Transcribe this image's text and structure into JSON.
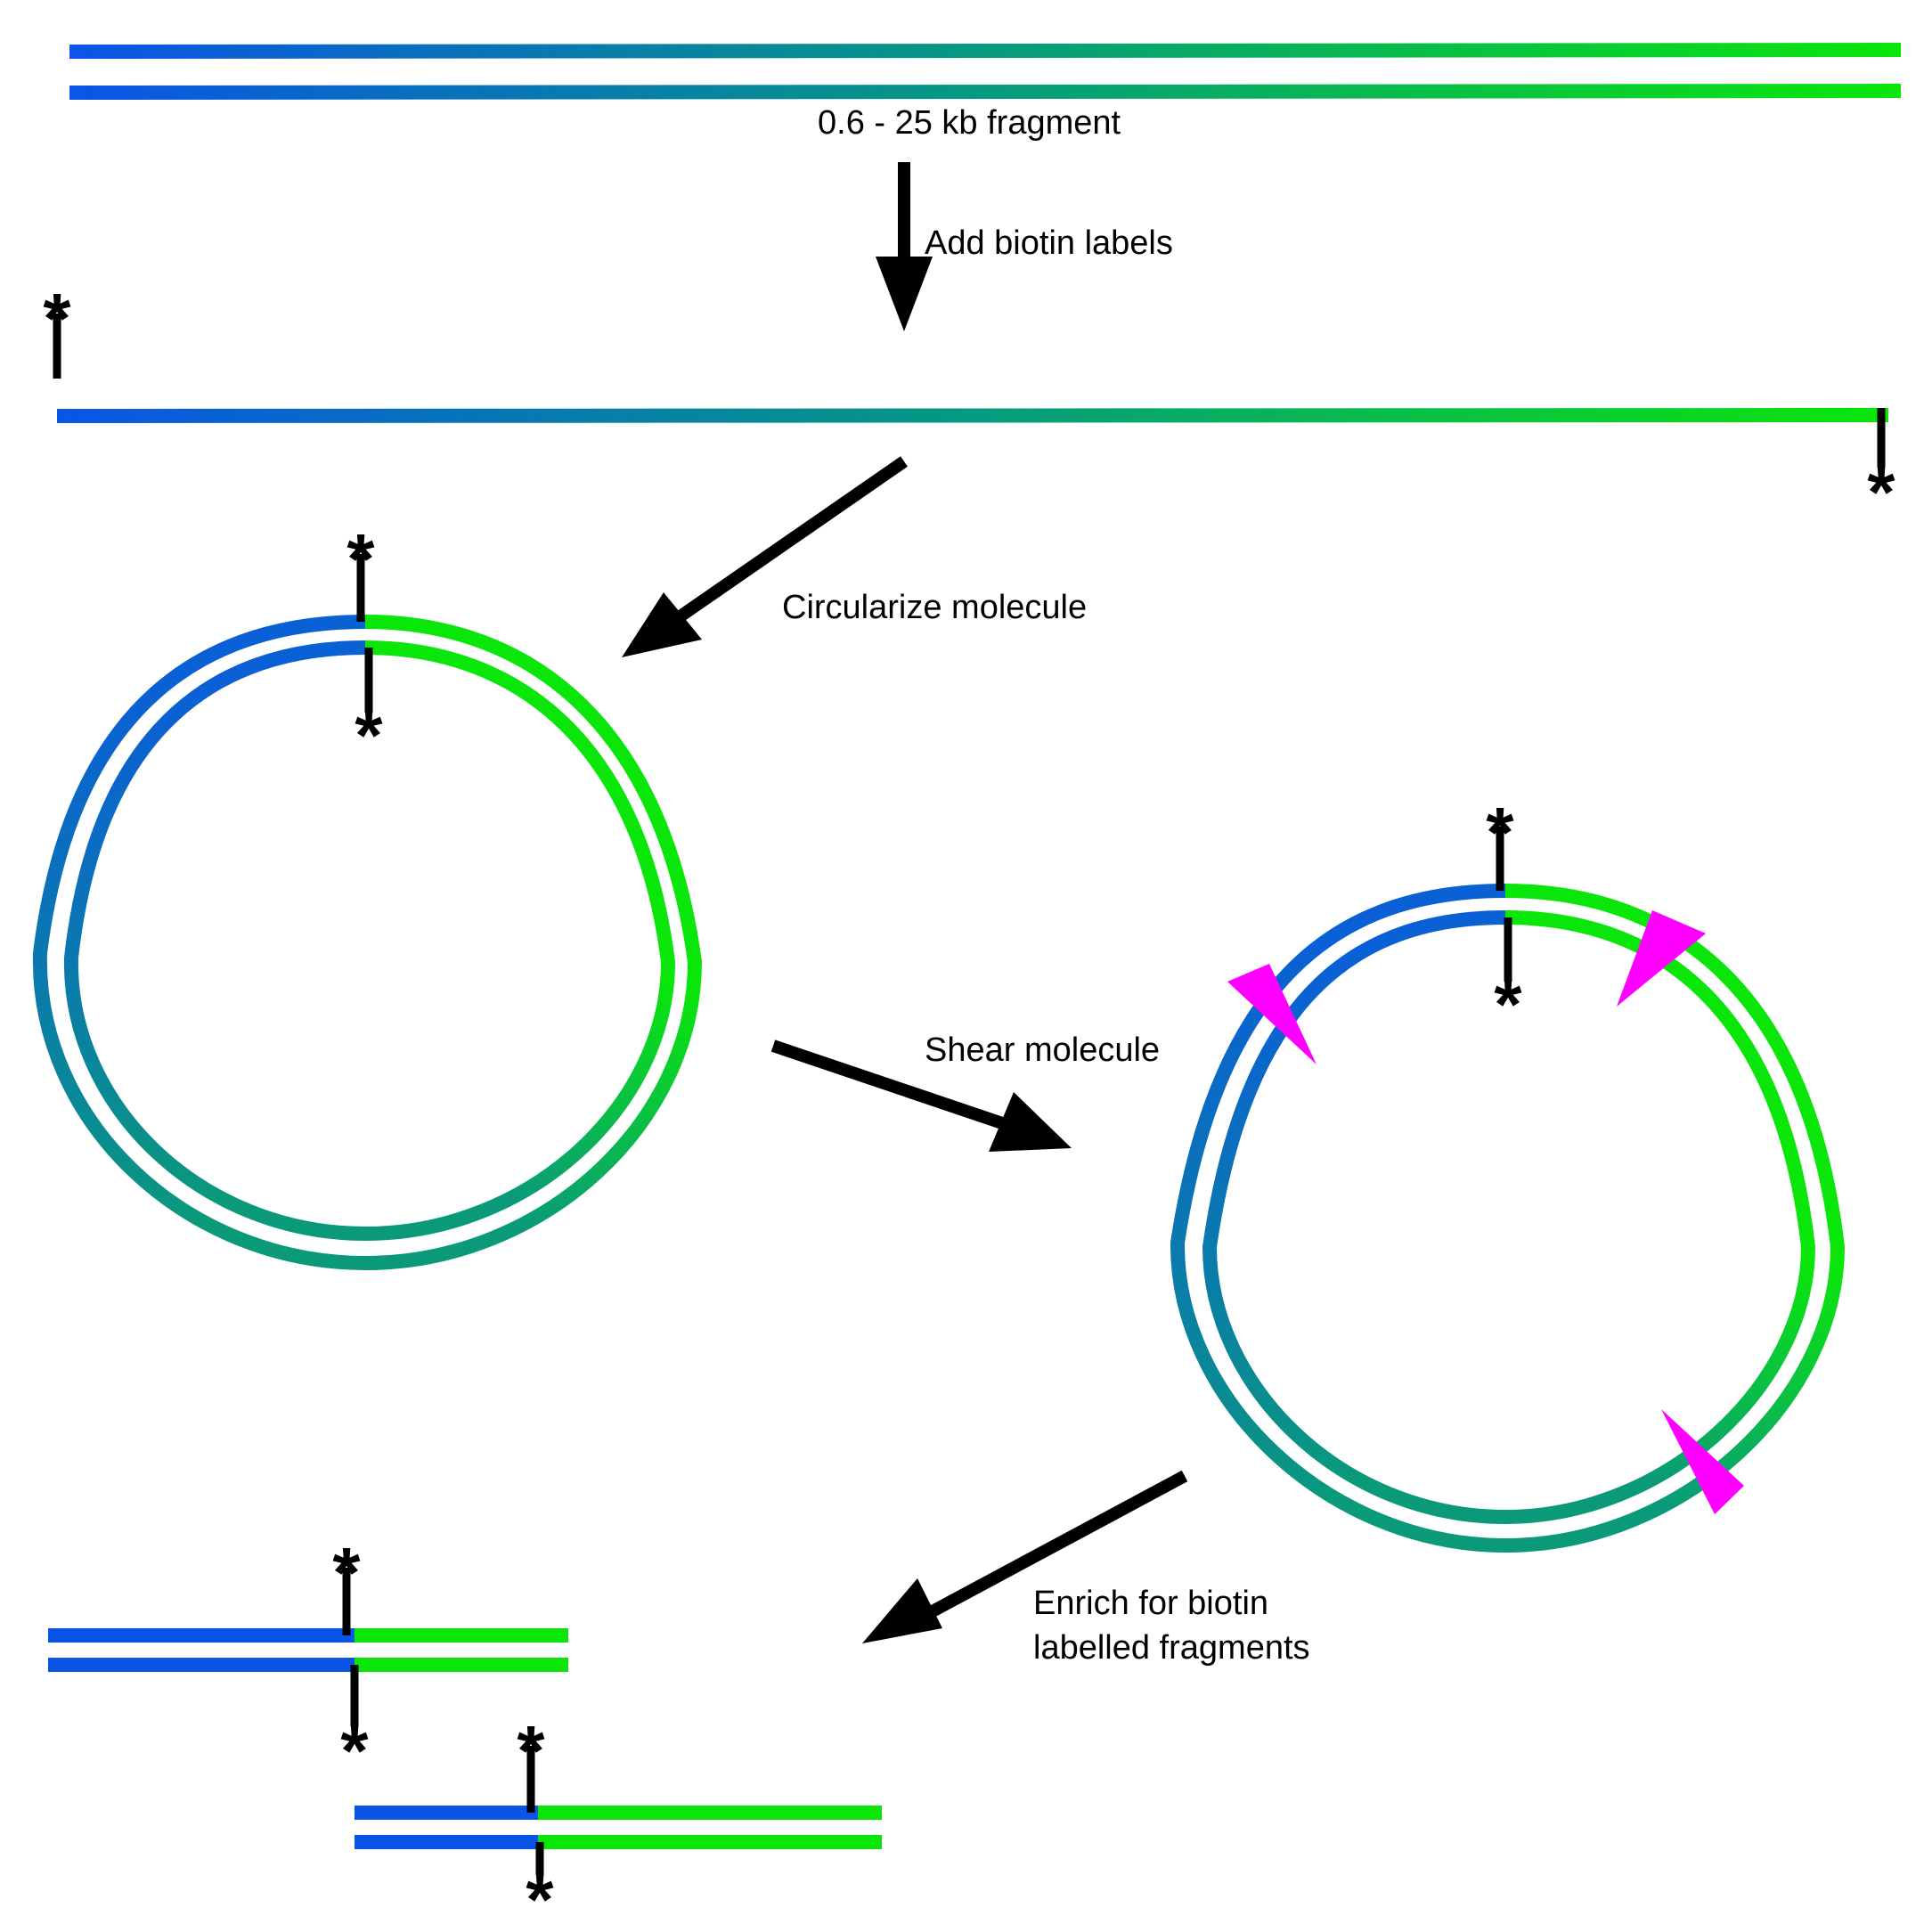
{
  "labels": {
    "fragment": "0.6 - 25 kb fragment",
    "add_biotin": "Add biotin labels",
    "circularize": "Circularize molecule",
    "shear": "Shear molecule",
    "enrich_line1": "Enrich for biotin",
    "enrich_line2": "labelled fragments"
  },
  "biotin_marker": "*",
  "colors": {
    "strand_start": "#0a55e6",
    "strand_end": "#0ae60a",
    "circle_bottom": "#0a9a7a",
    "shear_site": "#ff00ff",
    "arrow": "#000000"
  }
}
